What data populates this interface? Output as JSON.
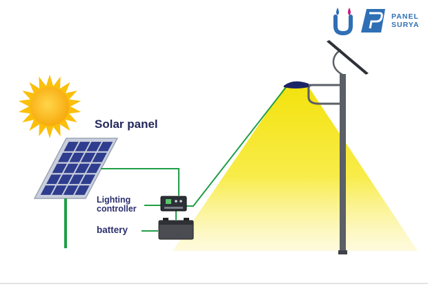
{
  "labels": {
    "solar_panel": "Solar panel",
    "controller_line1": "Lighting",
    "controller_line2": "controller",
    "battery": "battery"
  },
  "logo": {
    "brand_line1": "PANEL",
    "brand_line2": "SURYA",
    "mark_text": "ui"
  },
  "colors": {
    "sun": "#fbbf0c",
    "panel_cell": "#2f3d8e",
    "panel_frame": "#c9cfdc",
    "wire": "#1f9e45",
    "light_beam": "#f7e41c",
    "pole": "#5b5f66",
    "label_text": "#2b2f6e",
    "logo_blue": "#2f6fb5",
    "logo_magenta": "#c21f7a"
  }
}
